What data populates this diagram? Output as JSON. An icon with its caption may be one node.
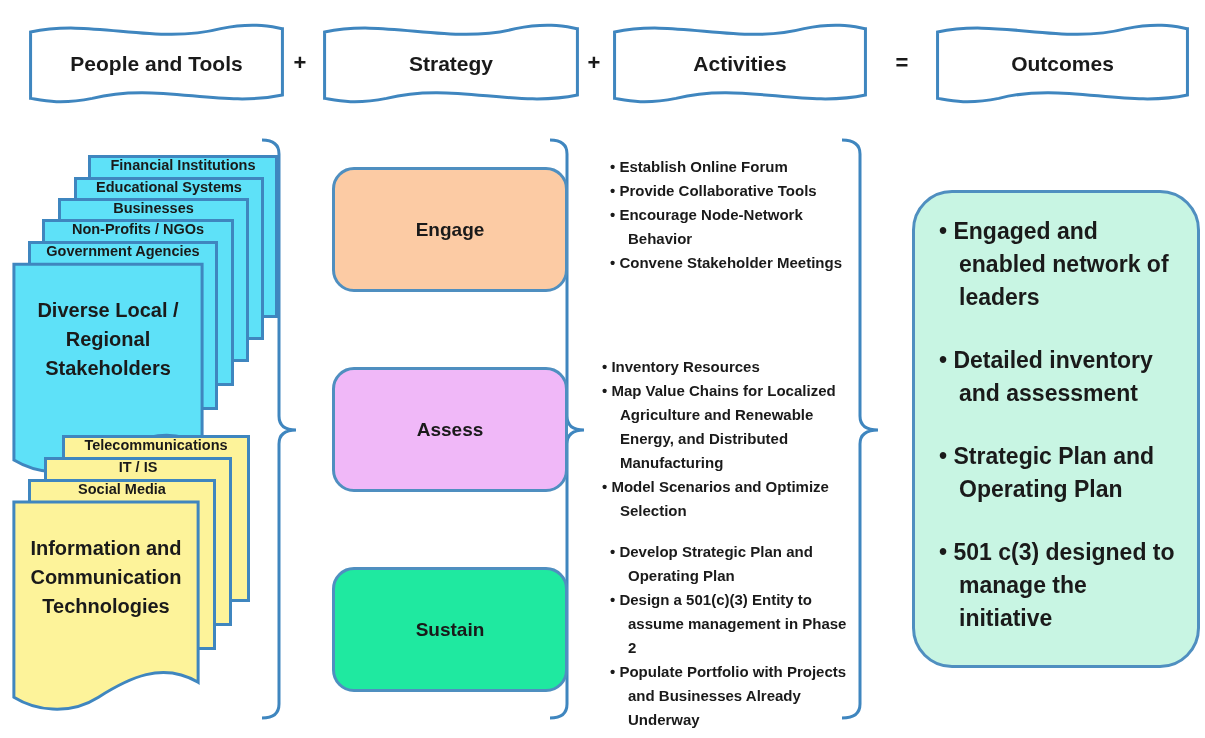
{
  "diagram": {
    "nodes": [
      {
        "text": [
          "People and Tools"
        ]
      },
      {
        "text": [
          "Strategy"
        ]
      },
      {
        "text": [
          "Activities"
        ]
      },
      {
        "text": [
          "Outcomes"
        ]
      },
      {
        "text": [
          "Financial Institutions"
        ]
      },
      {
        "text": [
          "Educational Systems"
        ]
      },
      {
        "text": [
          "Businesses"
        ]
      },
      {
        "text": [
          "Non-Profits / NGOs"
        ]
      },
      {
        "text": [
          "Government Agencies"
        ]
      },
      {
        "text": [
          "Diverse Local / Regional Stakeholders"
        ]
      },
      {
        "text": [
          "Telecommunications"
        ]
      },
      {
        "text": [
          "IT / IS"
        ]
      },
      {
        "text": [
          "Social Media"
        ]
      },
      {
        "text": [
          "Information and Communication Technologies"
        ]
      },
      {
        "text": [
          "Engage"
        ]
      },
      {
        "text": [
          "Assess"
        ]
      },
      {
        "text": [
          "Sustain"
        ]
      },
      {
        "text": [
          "• Engaged and enabled network of leaders",
          "• Detailed inventory and assessment",
          "• Strategic Plan and Operating Plan",
          "• 501 c(3) designed to  manage the initiative"
        ]
      }
    ],
    "labels": [
      "+",
      "+",
      "=",
      "• Establish Online Forum",
      "• Provide Collaborative Tools",
      "• Encourage Node-Network Behavior",
      "• Convene Stakeholder Meetings",
      "• Inventory Resources",
      "• Map Value Chains for Localized Agriculture and Renewable Energy, and Distributed Manufacturing",
      "• Model Scenarios and Optimize Selection",
      "• Develop Strategic Plan and Operating Plan",
      "• Design a 501(c)(3) Entity to assume management in Phase 2",
      "• Populate Portfolio with Projects and Businesses Already Underway"
    ]
  }
}
